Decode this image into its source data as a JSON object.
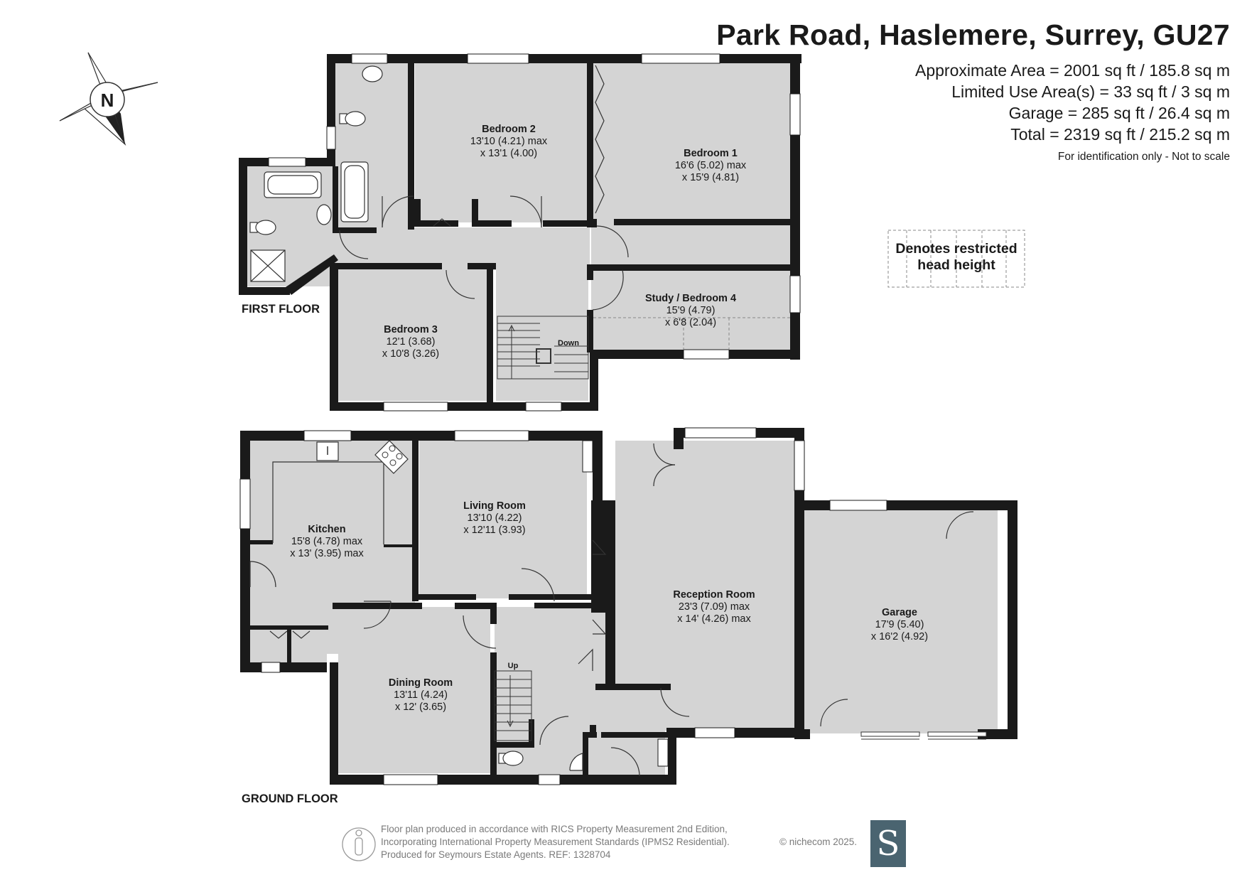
{
  "header": {
    "title": "Park Road, Haslemere, Surrey, GU27",
    "area_lines": [
      "Approximate Area = 2001 sq ft / 185.8 sq m",
      "Limited Use Area(s) = 33 sq ft / 3 sq m",
      "Garage = 285 sq ft / 26.4 sq m",
      "Total = 2319 sq ft / 215.2 sq m"
    ],
    "identification_note": "For identification only - Not to scale"
  },
  "compass": {
    "label": "N",
    "icon": "north-compass-icon"
  },
  "legend": {
    "line1": "Denotes restricted",
    "line2": "head height"
  },
  "floors": {
    "first": {
      "label": "FIRST FLOOR",
      "rooms": [
        {
          "name": "Bedroom 2",
          "dim1": "13'10 (4.21) max",
          "dim2": "x 13'1 (4.00)"
        },
        {
          "name": "Bedroom 1",
          "dim1": "16'6 (5.02) max",
          "dim2": "x 15'9 (4.81)"
        },
        {
          "name": "Study / Bedroom 4",
          "dim1": "15'9 (4.79)",
          "dim2": "x 6'8 (2.04)"
        },
        {
          "name": "Bedroom 3",
          "dim1": "12'1 (3.68)",
          "dim2": "x 10'8 (3.26)"
        }
      ],
      "stairs_label": "Down"
    },
    "ground": {
      "label": "GROUND FLOOR",
      "rooms": [
        {
          "name": "Kitchen",
          "dim1": "15'8 (4.78) max",
          "dim2": "x 13' (3.95) max"
        },
        {
          "name": "Living Room",
          "dim1": "13'10 (4.22)",
          "dim2": "x 12'11 (3.93)"
        },
        {
          "name": "Reception Room",
          "dim1": "23'3 (7.09) max",
          "dim2": "x 14' (4.26) max"
        },
        {
          "name": "Garage",
          "dim1": "17'9 (5.40)",
          "dim2": "x 16'2 (4.92)"
        },
        {
          "name": "Dining Room",
          "dim1": "13'11 (4.24)",
          "dim2": "x 12' (3.65)"
        }
      ],
      "stairs_label": "Up"
    }
  },
  "footer": {
    "line1": "Floor plan produced in accordance with RICS Property Measurement 2nd Edition,",
    "line2": "Incorporating International Property Measurement Standards (IPMS2 Residential).",
    "line3": "Produced for Seymours Estate Agents.   REF: 1328704",
    "copyright": "© nichecom 2025.",
    "logo_letter": "S",
    "accent_color": "#4a6470"
  }
}
